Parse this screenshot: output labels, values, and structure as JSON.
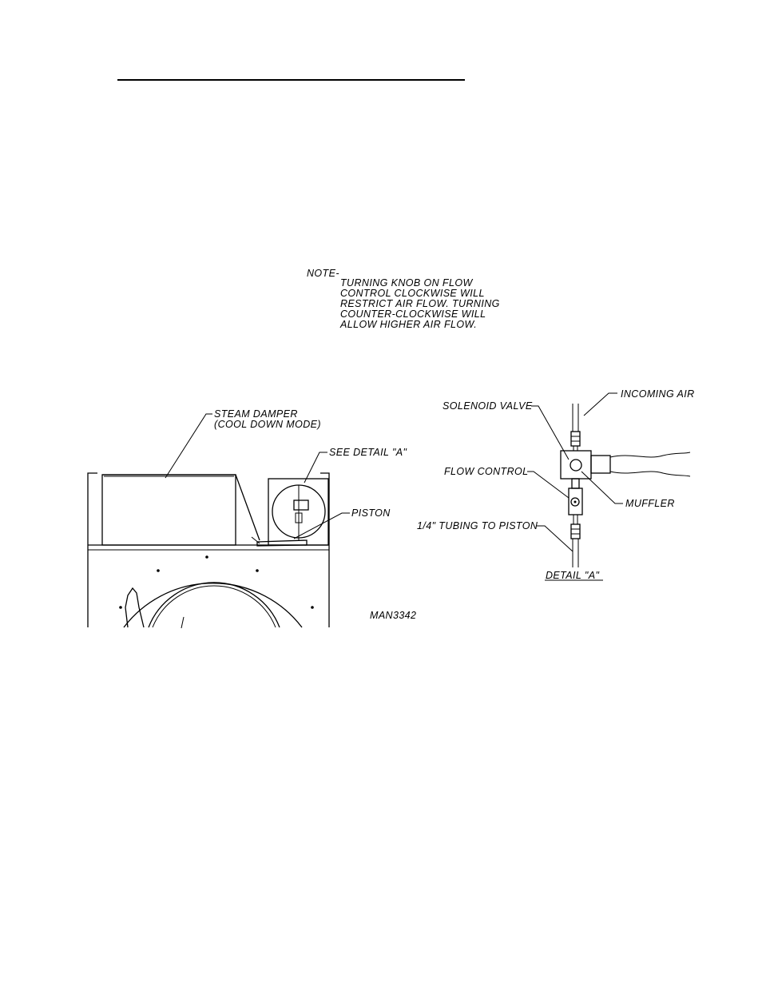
{
  "note": {
    "heading": "NOTE-",
    "lines": [
      "TURNING KNOB ON FLOW",
      "CONTROL CLOCKWISE WILL",
      "RESTRICT AIR FLOW. TURNING",
      "COUNTER-CLOCKWISE WILL",
      "ALLOW HIGHER AIR FLOW."
    ]
  },
  "labels": {
    "steam_damper_line1": "STEAM DAMPER",
    "steam_damper_line2": "(COOL DOWN MODE)",
    "see_detail": "SEE DETAIL \"A\"",
    "piston": "PISTON",
    "drawing_number": "MAN3342",
    "solenoid_valve": "SOLENOID VALVE",
    "incoming_air": "INCOMING AIR",
    "flow_control": "FLOW CONTROL",
    "muffler": "MUFFLER",
    "tubing": "1/4\" TUBING TO PISTON",
    "detail_title": "DETAIL \"A\""
  },
  "colors": {
    "ink": "#000000",
    "paper": "#ffffff"
  }
}
